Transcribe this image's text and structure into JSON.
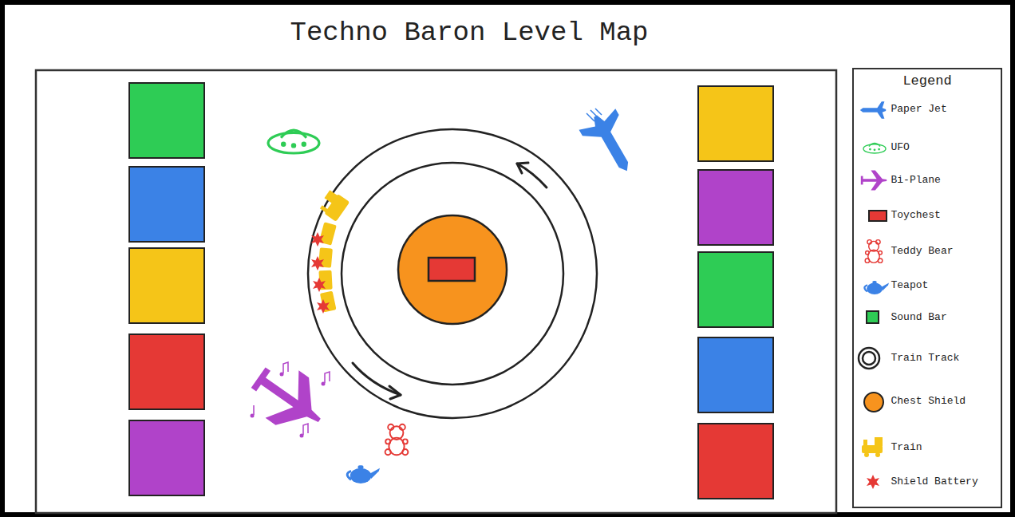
{
  "diagram": {
    "title": "Techno Baron Level Map",
    "nodes": [
      {
        "text": [
          "Legend"
        ]
      }
    ],
    "legend": [
      {
        "text": "Paper Jet"
      },
      {
        "text": "UFO"
      },
      {
        "text": "Bi-Plane"
      },
      {
        "text": "Toychest",
        "color": "#e53935"
      },
      {
        "text": "Teddy Bear"
      },
      {
        "text": "Teapot"
      },
      {
        "text": "Sound Bar",
        "color": "#2ecc55"
      },
      {
        "text": "Train Track"
      },
      {
        "text": "Chest Shield",
        "color": "#f7931e"
      },
      {
        "text": "Train"
      },
      {
        "text": "Shield Battery"
      }
    ]
  }
}
